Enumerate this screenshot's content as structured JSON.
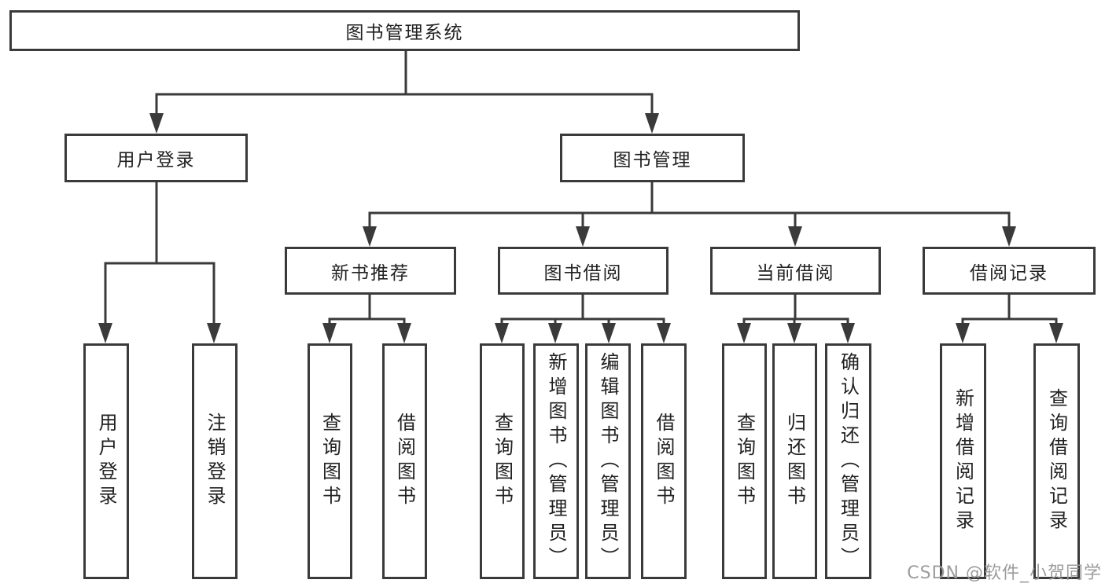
{
  "diagram": {
    "root": {
      "label": "图书管理系统"
    },
    "branches": {
      "login": {
        "label": "用户登录",
        "children": [
          "用户登录",
          "注销登录"
        ]
      },
      "mgmt": {
        "label": "图书管理",
        "groups": {
          "new_books": {
            "label": "新书推荐",
            "children": [
              "查询图书",
              "借阅图书"
            ]
          },
          "borrow": {
            "label": "图书借阅",
            "children": [
              "查询图书",
              "新增图书（管理员）",
              "编辑图书（管理员）",
              "借阅图书"
            ]
          },
          "current": {
            "label": "当前借阅",
            "children": [
              "查询图书",
              "归还图书",
              "确认归还（管理员）"
            ]
          },
          "records": {
            "label": "借阅记录",
            "children": [
              "新增借阅记录",
              "查询借阅记录"
            ]
          }
        }
      }
    },
    "colors": {
      "line": "#3a3a3a",
      "text": "#212121",
      "box_fill": "#ffffff"
    }
  },
  "watermark": {
    "text": "CSDN @软件_小贺同学",
    "color": "#9c9c9c"
  }
}
